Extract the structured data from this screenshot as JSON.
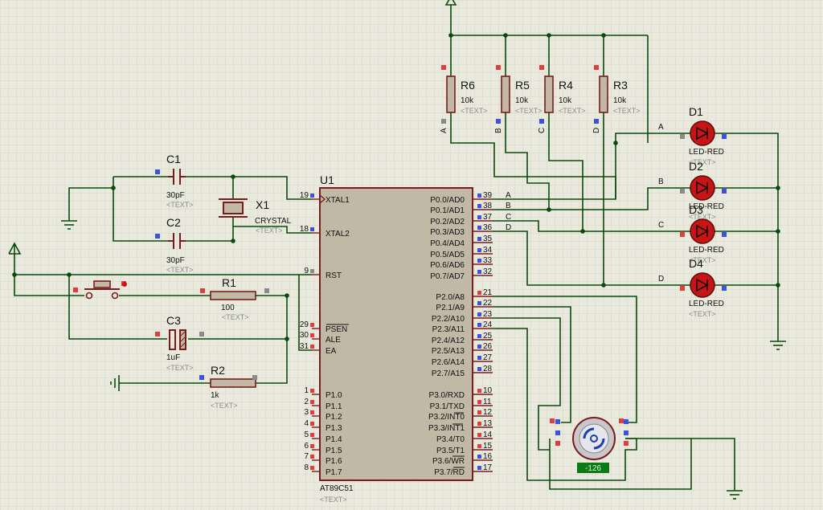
{
  "colors": {
    "background": "#e9e9dd",
    "grid": "#d6d6c8",
    "wire": "#0b4a0b",
    "component": "#7a1c1c",
    "ic_fill": "#c1b8a6",
    "pin_red": "#e23c3c",
    "pin_blue": "#3c50e2",
    "pin_gray": "#8a8a8a",
    "led_red": "#c81414",
    "readout_bg": "#0a7a14",
    "text_placeholder": "#8c8c8c"
  },
  "placeholder": "<TEXT>",
  "capacitors": [
    {
      "ref": "C1",
      "value": "30pF"
    },
    {
      "ref": "C2",
      "value": "30pF"
    },
    {
      "ref": "C3",
      "value": "1uF"
    }
  ],
  "crystal": {
    "ref": "X1",
    "value": "CRYSTAL"
  },
  "resistors_left": [
    {
      "ref": "R1",
      "value": "100"
    },
    {
      "ref": "R2",
      "value": "1k"
    }
  ],
  "resistors_top": [
    {
      "ref": "R6",
      "value": "10k",
      "net": "A"
    },
    {
      "ref": "R5",
      "value": "10k",
      "net": "B"
    },
    {
      "ref": "R4",
      "value": "10k",
      "net": "C"
    },
    {
      "ref": "R3",
      "value": "10k",
      "net": "D"
    }
  ],
  "leds": [
    {
      "ref": "D1",
      "value": "LED-RED",
      "net": "A"
    },
    {
      "ref": "D2",
      "value": "LED-RED",
      "net": "B"
    },
    {
      "ref": "D3",
      "value": "LED-RED",
      "net": "C"
    },
    {
      "ref": "D4",
      "value": "LED-RED",
      "net": "D"
    }
  ],
  "mcu": {
    "ref": "U1",
    "part": "AT89C51",
    "left_pins": [
      {
        "num": "19",
        "name": "XTAL1"
      },
      {
        "num": "18",
        "name": "XTAL2"
      },
      {
        "num": "9",
        "name": "RST"
      },
      {
        "num": "29",
        "name": "PSEN"
      },
      {
        "num": "30",
        "name": "ALE"
      },
      {
        "num": "31",
        "name": "EA"
      },
      {
        "num": "1",
        "name": "P1.0"
      },
      {
        "num": "2",
        "name": "P1.1"
      },
      {
        "num": "3",
        "name": "P1.2"
      },
      {
        "num": "4",
        "name": "P1.3"
      },
      {
        "num": "5",
        "name": "P1.4"
      },
      {
        "num": "6",
        "name": "P1.5"
      },
      {
        "num": "7",
        "name": "P1.6"
      },
      {
        "num": "8",
        "name": "P1.7"
      }
    ],
    "right_pins": [
      {
        "num": "39",
        "name": "P0.0/AD0",
        "net": "A"
      },
      {
        "num": "38",
        "name": "P0.1/AD1",
        "net": "B"
      },
      {
        "num": "37",
        "name": "P0.2/AD2",
        "net": "C"
      },
      {
        "num": "36",
        "name": "P0.3/AD3",
        "net": "D"
      },
      {
        "num": "35",
        "name": "P0.4/AD4",
        "net": ""
      },
      {
        "num": "34",
        "name": "P0.5/AD5",
        "net": ""
      },
      {
        "num": "33",
        "name": "P0.6/AD6",
        "net": ""
      },
      {
        "num": "32",
        "name": "P0.7/AD7",
        "net": ""
      },
      {
        "num": "21",
        "name": "P2.0/A8",
        "net": ""
      },
      {
        "num": "22",
        "name": "P2.1/A9",
        "net": ""
      },
      {
        "num": "23",
        "name": "P2.2/A10",
        "net": ""
      },
      {
        "num": "24",
        "name": "P2.3/A11",
        "net": ""
      },
      {
        "num": "25",
        "name": "P2.4/A12",
        "net": ""
      },
      {
        "num": "26",
        "name": "P2.5/A13",
        "net": ""
      },
      {
        "num": "27",
        "name": "P2.6/A14",
        "net": ""
      },
      {
        "num": "28",
        "name": "P2.7/A15",
        "net": ""
      },
      {
        "num": "10",
        "name": "P3.0/RXD",
        "net": ""
      },
      {
        "num": "11",
        "name": "P3.1/TXD",
        "net": ""
      },
      {
        "num": "12",
        "name": "P3.2/INT0",
        "net": ""
      },
      {
        "num": "13",
        "name": "P3.3/INT1",
        "net": ""
      },
      {
        "num": "14",
        "name": "P3.4/T0",
        "net": ""
      },
      {
        "num": "15",
        "name": "P3.5/T1",
        "net": ""
      },
      {
        "num": "16",
        "name": "P3.6/WR",
        "net": ""
      },
      {
        "num": "17",
        "name": "P3.7/RD",
        "net": ""
      }
    ]
  },
  "motor": {
    "readout": "-126"
  }
}
